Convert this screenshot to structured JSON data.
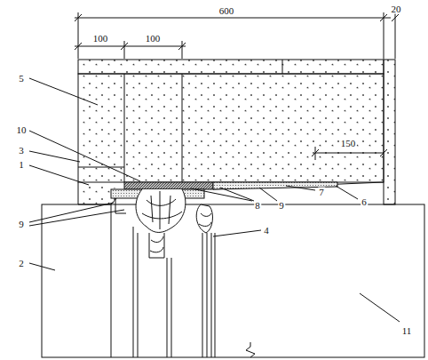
{
  "diagram": {
    "labels": [
      "600",
      "20",
      "100",
      "100",
      "150",
      "5",
      "10",
      "3",
      "1",
      "9",
      "2",
      "8",
      "9",
      "7",
      "6",
      "4",
      "11"
    ]
  }
}
